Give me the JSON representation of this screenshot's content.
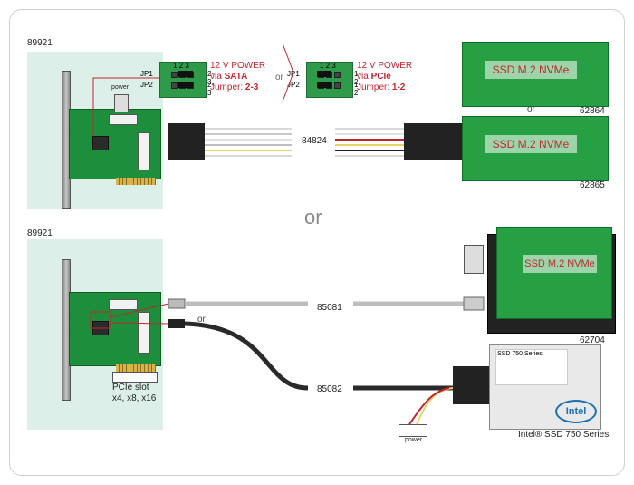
{
  "labels": {
    "article_top": "89921",
    "article_bottom": "89921",
    "or_mid": "or",
    "or_jumper": "or",
    "or_adapter": "or",
    "or_cable": "or",
    "power_top": "power",
    "power_bottom": "power"
  },
  "jumper_sata": {
    "jp1": "JP1",
    "jp2": "JP2",
    "pins_top": "1 2 3",
    "pins_right_1": "2-3",
    "pins_right_2": "2-3",
    "title": "12 V POWER",
    "via_prefix": "via ",
    "via": "SATA",
    "jumper_prefix": "Jumper: ",
    "jumper": "2-3"
  },
  "jumper_pcie": {
    "jp1": "JP1",
    "jp2": "JP2",
    "pins_top": "1 2 3",
    "pins_right_1": "1-2",
    "pins_right_2": "1-2",
    "title": "12 V POWER",
    "via_prefix": "via ",
    "via": "PCIe",
    "jumper_prefix": "Jumper: ",
    "jumper": "1-2"
  },
  "cables": {
    "top": "84824",
    "bottom_1": "85081",
    "bottom_2": "85082"
  },
  "products": {
    "adapter_1": {
      "label": "SSD M.2 NVMe",
      "article": "62864"
    },
    "adapter_2": {
      "label": "SSD M.2 NVMe",
      "article": "62865"
    },
    "adapter_3": {
      "label": "SSD M.2 NVMe",
      "article": "62704"
    },
    "intel": {
      "brand": "Intel",
      "model": "SSD 750 Series",
      "article_text": "Intel® SSD 750 Series"
    }
  },
  "pcie_slot": {
    "line1": "PCIe slot",
    "line2": "x4, x8, x16"
  },
  "colors": {
    "accent_red": "#c0272d",
    "mint_bg": "#dcefe8",
    "pcb_green": "#1d8e3c"
  }
}
